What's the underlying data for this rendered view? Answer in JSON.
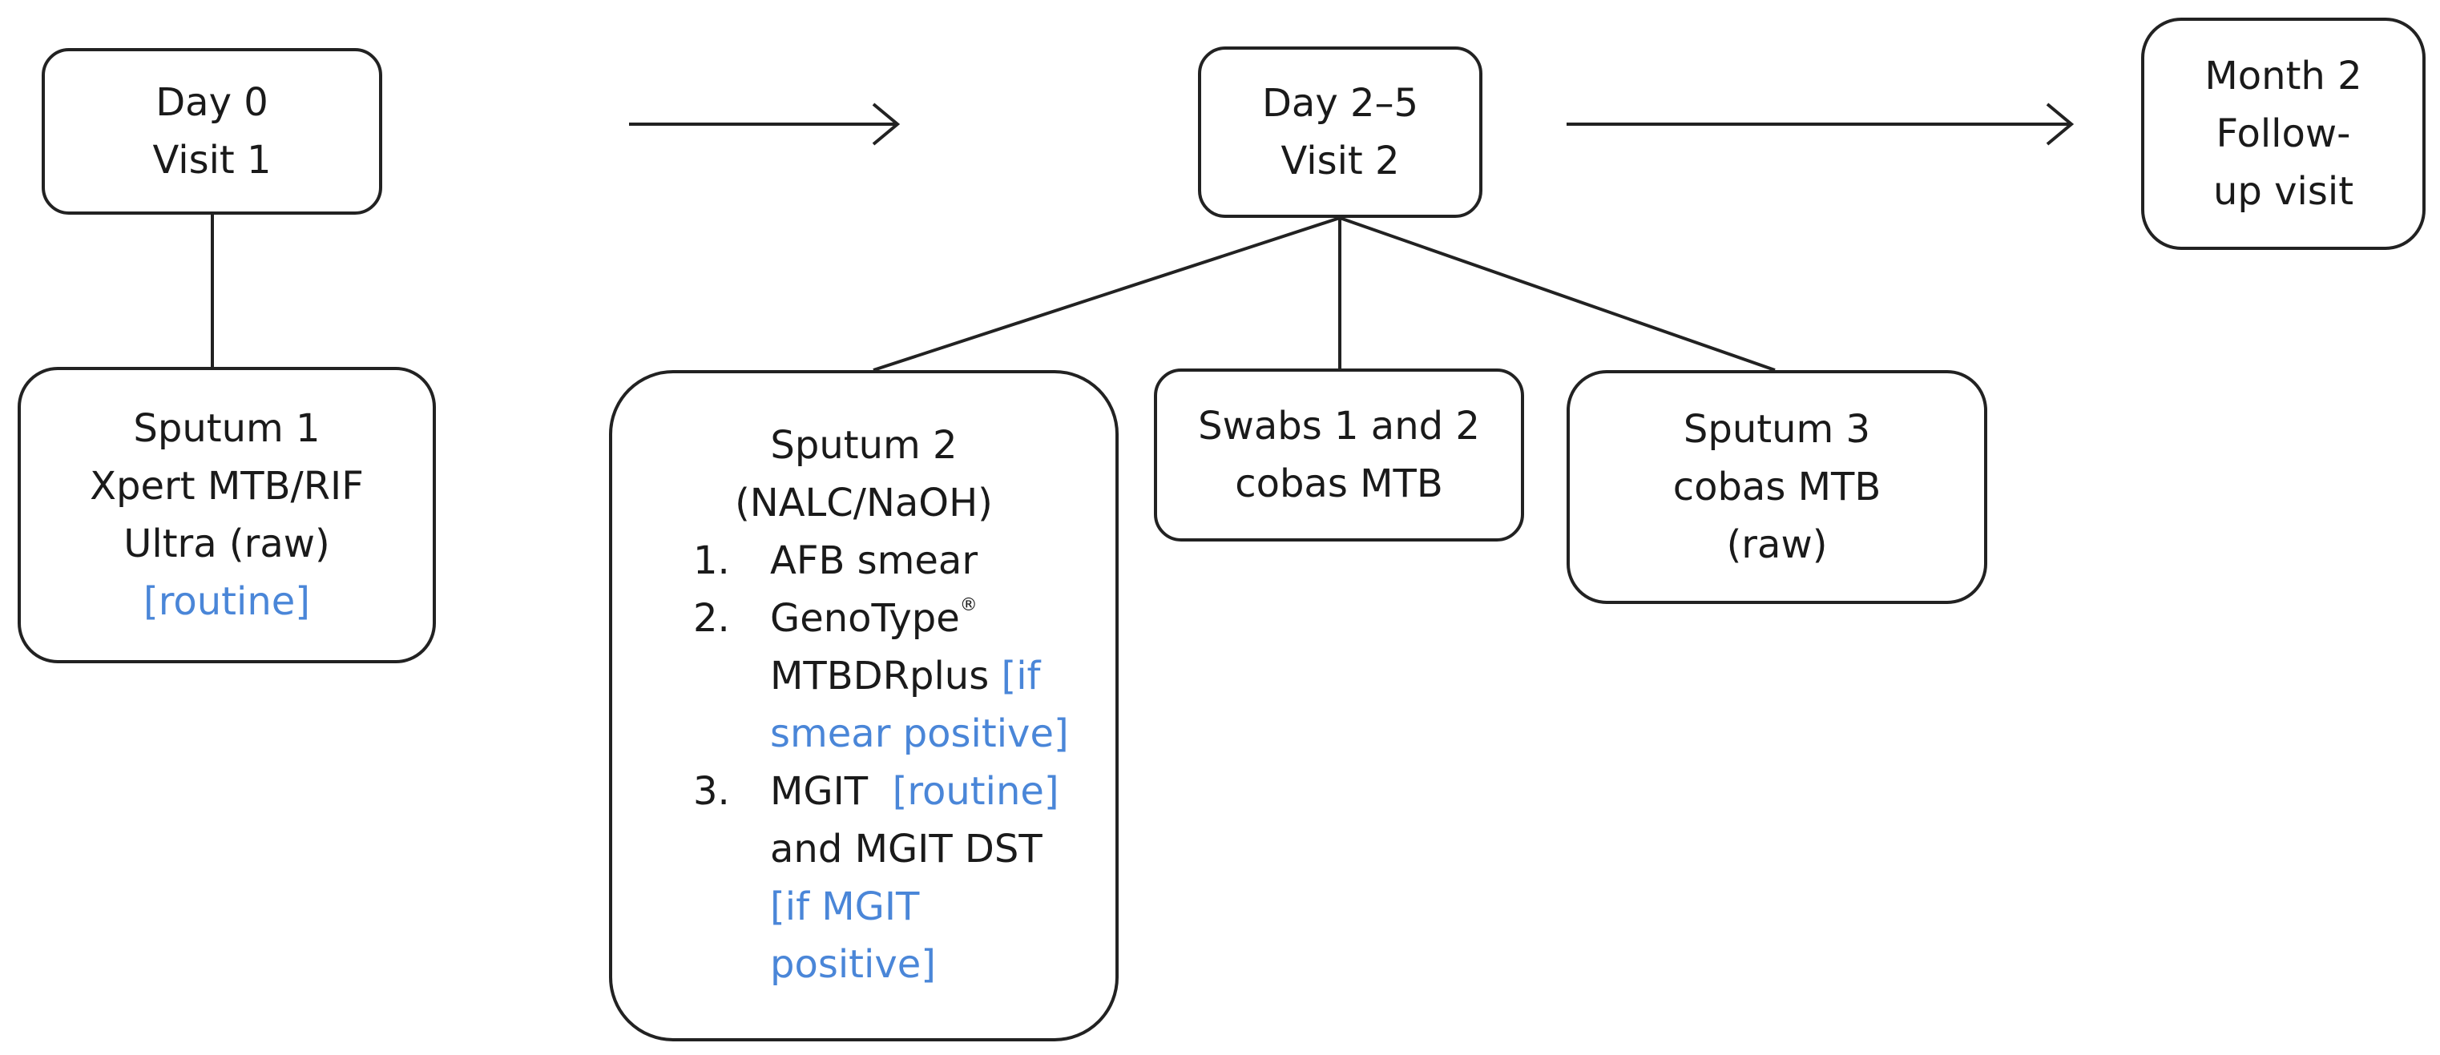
{
  "timeline": {
    "day0": {
      "line1": "Day 0",
      "line2": "Visit 1"
    },
    "day2": {
      "line1": "Day 2–5",
      "line2": "Visit 2"
    },
    "month2": {
      "line1": "Month 2",
      "line2": "Follow-",
      "line3": "up visit"
    }
  },
  "samples": {
    "sputum1": {
      "line1": "Sputum 1",
      "line2": "Xpert MTB/RIF",
      "line3": "Ultra (raw)",
      "note": "[routine]"
    },
    "sputum2": {
      "line1": "Sputum 2",
      "line2": "(NALC/NaOH)",
      "items": [
        {
          "num": "1.",
          "text1": "AFB smear"
        },
        {
          "num": "2.",
          "text1": "GenoType",
          "mark": "®",
          "text2": "MTBDRplus",
          "note1": "[if",
          "note2": "smear positive]"
        },
        {
          "num": "3.",
          "text1": "MGIT",
          "note1": "[routine]",
          "text2": "and MGIT DST",
          "note2": "[if MGIT",
          "note3": "positive]"
        }
      ]
    },
    "swabs": {
      "line1": "Swabs 1 and 2",
      "line2": "cobas MTB"
    },
    "sputum3": {
      "line1": "Sputum 3",
      "line2": "cobas MTB",
      "line3": "(raw)"
    }
  },
  "colors": {
    "border": "#222222",
    "note": "#4a86d8",
    "text": "#1a1a1a"
  }
}
